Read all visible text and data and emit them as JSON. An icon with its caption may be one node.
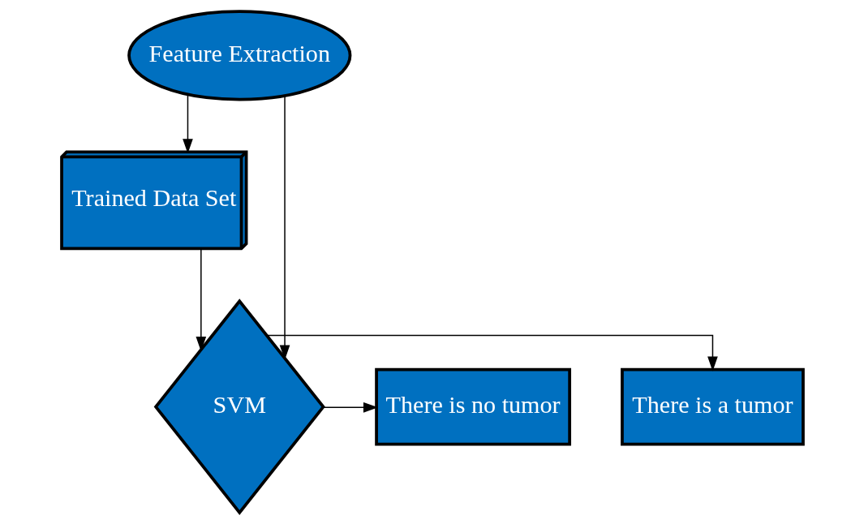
{
  "diagram": {
    "nodes": [
      {
        "text": [
          "Feature Extraction"
        ]
      },
      {
        "text": [
          "Trained Data Set"
        ]
      },
      {
        "text": [
          "SVM"
        ]
      },
      {
        "text": [
          "There is a tumor"
        ]
      },
      {
        "text": [
          "There is no tumor"
        ]
      }
    ],
    "edges": [
      {
        "from": 0,
        "to": 1,
        "arrow": "to"
      },
      {
        "from": 0,
        "to": 2,
        "arrow": "to"
      },
      {
        "from": 1,
        "to": 2,
        "arrow": "to"
      },
      {
        "from": 2,
        "to": 3,
        "arrow": "to"
      },
      {
        "from": 2,
        "to": 4,
        "arrow": "to"
      }
    ]
  }
}
